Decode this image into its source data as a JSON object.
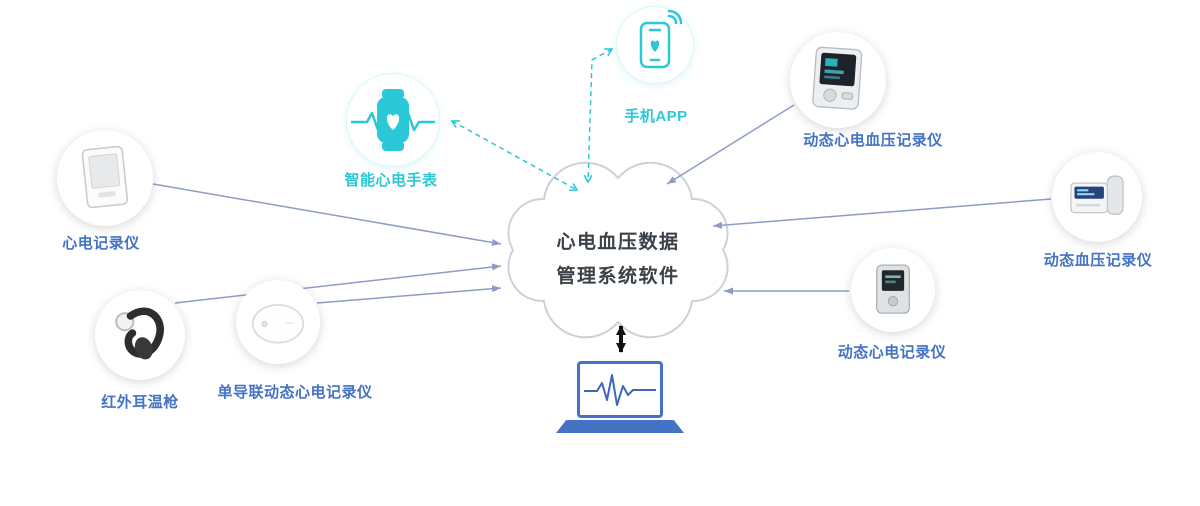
{
  "cloud": {
    "title_line1": "心电血压数据",
    "title_line2": "管理系统软件"
  },
  "nodes": {
    "smartwatch": {
      "label": "智能心电手表"
    },
    "phone_app": {
      "label": "手机APP"
    },
    "ecg_bp_monitor": {
      "label": "动态心电血压记录仪"
    },
    "ambulatory_bp_recorder": {
      "label": "动态血压记录仪"
    },
    "holter_recorder": {
      "label": "动态心电记录仪"
    },
    "ecg_recorder": {
      "label": "心电记录仪"
    },
    "ear_thermometer": {
      "label": "红外耳温枪"
    },
    "single_lead_recorder": {
      "label": "单导联动态心电记录仪"
    }
  },
  "icons": {
    "cloud": "cloud-shape",
    "smartwatch": "smartwatch-heart-icon",
    "phone": "smartphone-heart-icon",
    "laptop": "laptop-ecg-icon"
  },
  "colors": {
    "label_blue": "#4472C4",
    "label_cyan": "#2BC8D8",
    "arrow_solid": "#8E9BC6",
    "arrow_dashed": "#2BC8D8",
    "arrow_black": "#111111",
    "laptop_blue": "#4472C4"
  }
}
